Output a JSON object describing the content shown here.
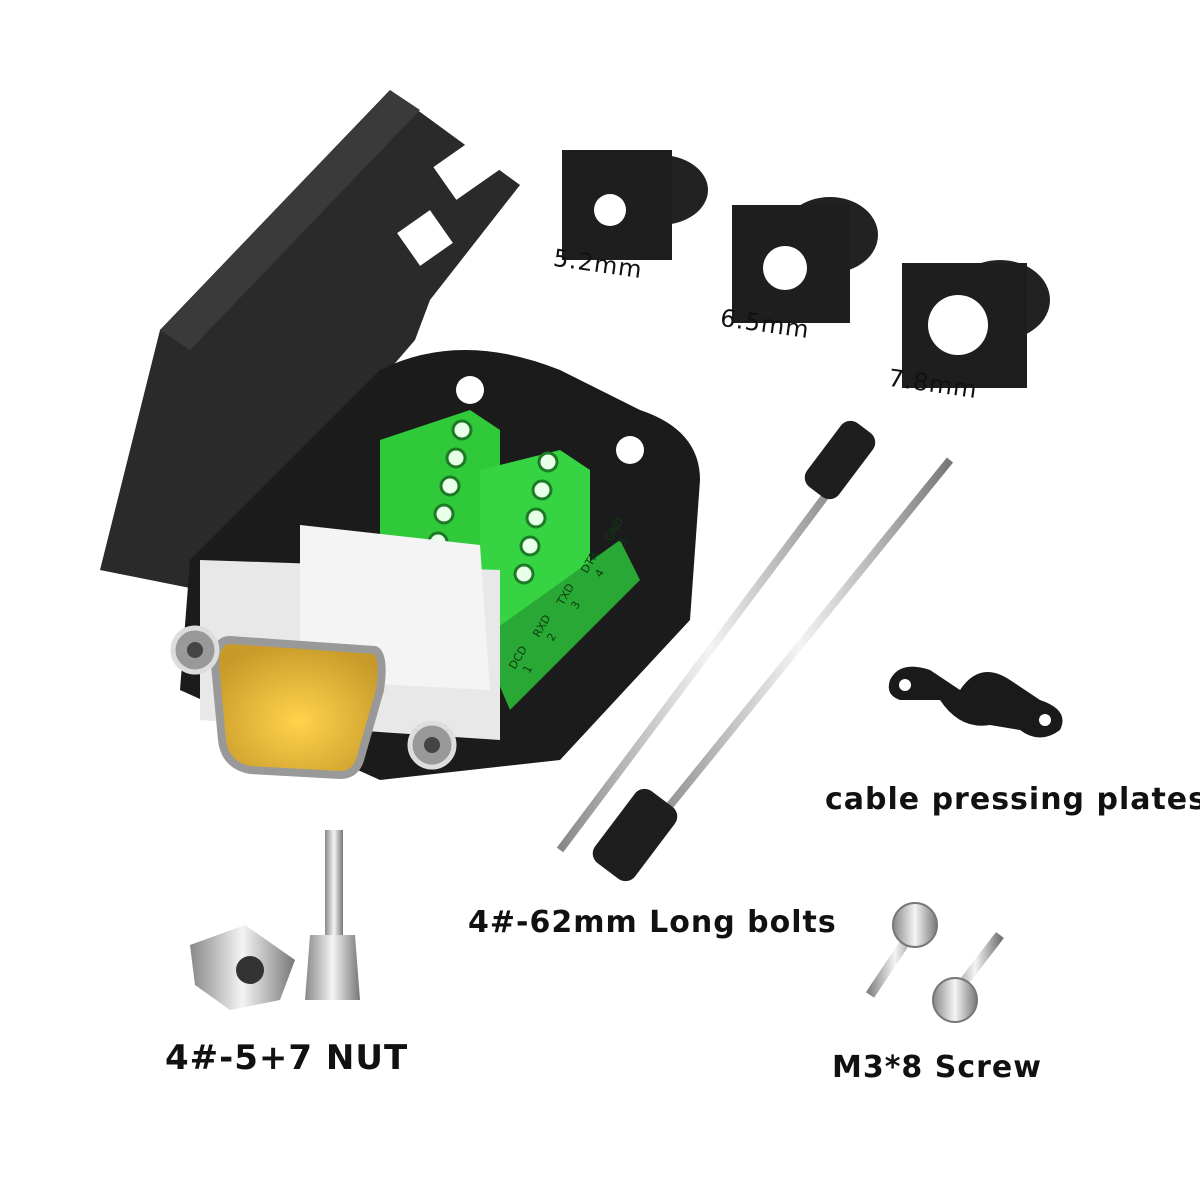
{
  "labels": {
    "grommet_small": "5.2mm",
    "grommet_medium": "6.5mm",
    "grommet_large": "7.8mm",
    "cable_plates": "cable pressing plates",
    "long_bolts": "4#-62mm Long bolts",
    "nut": "4#-5+7 NUT",
    "screw": "M3*8 Screw"
  },
  "terminal_pins": [
    {
      "name": "DCD",
      "num": "1"
    },
    {
      "name": "RXD",
      "num": "2"
    },
    {
      "name": "TXD",
      "num": "3"
    },
    {
      "name": "DTR",
      "num": "4"
    },
    {
      "name": "GND",
      "num": "5"
    }
  ],
  "colors": {
    "terminal_green": "#2fc93a",
    "housing": "#1b1b1b",
    "connector_gold": "#e8b830",
    "metal": "#c8c8c8"
  }
}
